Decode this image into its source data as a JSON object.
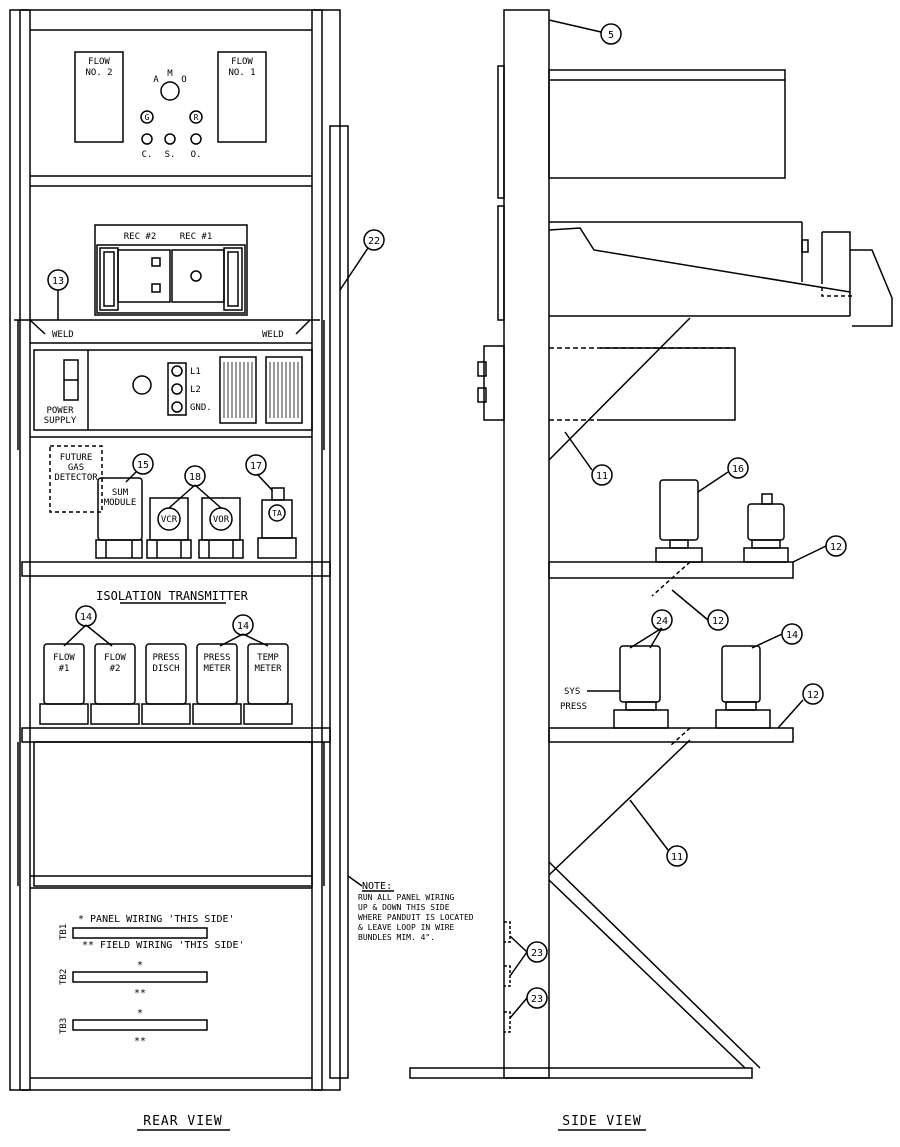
{
  "rear_view": {
    "flow_no_2": [
      "FLOW",
      "NO. 2"
    ],
    "flow_no_1": [
      "FLOW",
      "NO. 1"
    ],
    "selector_labels": {
      "a": "A",
      "m": "M",
      "o": "O"
    },
    "lamp_labels": [
      "G",
      "R"
    ],
    "button_labels": [
      "C.",
      "S.",
      "O."
    ],
    "rec_2": "REC #2",
    "rec_1": "REC #1",
    "weld_left": "WELD",
    "weld_right": "WELD",
    "power_supply": [
      "POWER",
      "SUPPLY"
    ],
    "terminal_labels": [
      "L1",
      "L2",
      "GND."
    ],
    "future_gas_detector": [
      "FUTURE",
      "GAS",
      "DETECTOR"
    ],
    "sum_module": [
      "SUM",
      "MODULE"
    ],
    "vcr": "VCR",
    "vor": "VOR",
    "ta": "TA",
    "isolation_transmitter": "ISOLATION TRANSMITTER",
    "flow_1": [
      "FLOW",
      "#1"
    ],
    "flow_2": [
      "FLOW",
      "#2"
    ],
    "press_disch": [
      "PRESS",
      "DISCH"
    ],
    "press_meter": [
      "PRESS",
      "METER"
    ],
    "temp_meter": [
      "TEMP",
      "METER"
    ],
    "panel_wiring": "* PANEL WIRING 'THIS SIDE'",
    "field_wiring": "** FIELD WIRING 'THIS SIDE'",
    "tb1": "TB1",
    "tb2": "TB2",
    "tb3": "TB3",
    "star": "*",
    "double_star": "**",
    "caption": "REAR VIEW"
  },
  "note": {
    "title": "NOTE:",
    "lines": [
      "RUN ALL PANEL WIRING",
      "UP & DOWN THIS SIDE",
      "WHERE PANDUIT IS LOCATED",
      "& LEAVE LOOP IN WIRE",
      "BUNDLES MIM. 4\"."
    ]
  },
  "side_view": {
    "sys_press": [
      "SYS",
      "PRESS"
    ],
    "caption": "SIDE VIEW"
  },
  "callouts": {
    "c5": "5",
    "c22": "22",
    "c13": "13",
    "c15": "15",
    "c18": "18",
    "c17": "17",
    "c14a": "14",
    "c14b": "14",
    "c11a": "11",
    "c16": "16",
    "c12a": "12",
    "c12b": "12",
    "c24": "24",
    "c14c": "14",
    "c12c": "12",
    "c11b": "11",
    "c23a": "23",
    "c23b": "23"
  }
}
